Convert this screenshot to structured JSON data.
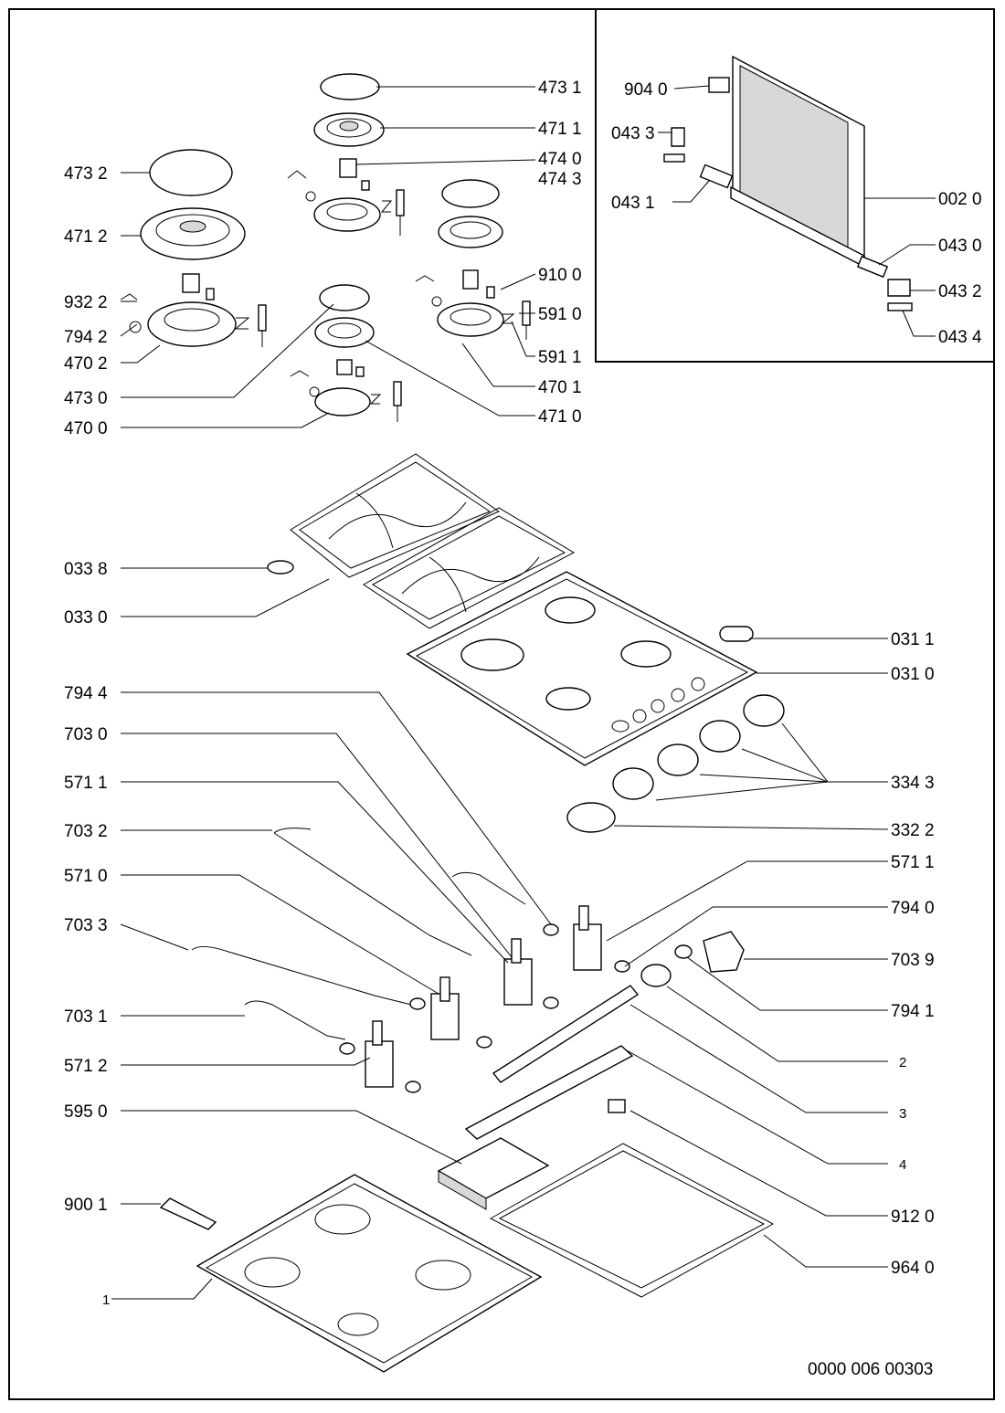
{
  "document_code": "0000 006 00303",
  "callouts": {
    "c4731": "473 1",
    "c4711": "471 1",
    "c4740": "474 0",
    "c4743": "474 3",
    "c4732": "473 2",
    "c4712": "471 2",
    "c9322": "932 2",
    "c7942": "794 2",
    "c4702": "470 2",
    "c4730": "473 0",
    "c4700": "470 0",
    "c9100": "910 0",
    "c5910": "591 0",
    "c5911": "591 1",
    "c4701": "470 1",
    "c4710": "471 0",
    "c9040": "904 0",
    "c0433": "043 3",
    "c0431": "043 1",
    "c0020": "002 0",
    "c0430": "043 0",
    "c0432": "043 2",
    "c0434": "043 4",
    "c0338": "033 8",
    "c0330": "033 0",
    "c0311": "031 1",
    "c0310": "031 0",
    "c7944": "794 4",
    "c7030": "703 0",
    "c5711a": "571 1",
    "c7032": "703 2",
    "c5710": "571 0",
    "c7033": "703 3",
    "c7031": "703 1",
    "c5712": "571 2",
    "c5950": "595 0",
    "c9001": "900 1",
    "c1": "1",
    "c3343": "334 3",
    "c3322": "332 2",
    "c5711b": "571 1",
    "c7940": "794 0",
    "c7039": "703 9",
    "c7941": "794 1",
    "c2": "2",
    "c3": "3",
    "c4": "4",
    "c9120": "912 0",
    "c9640": "964 0"
  }
}
